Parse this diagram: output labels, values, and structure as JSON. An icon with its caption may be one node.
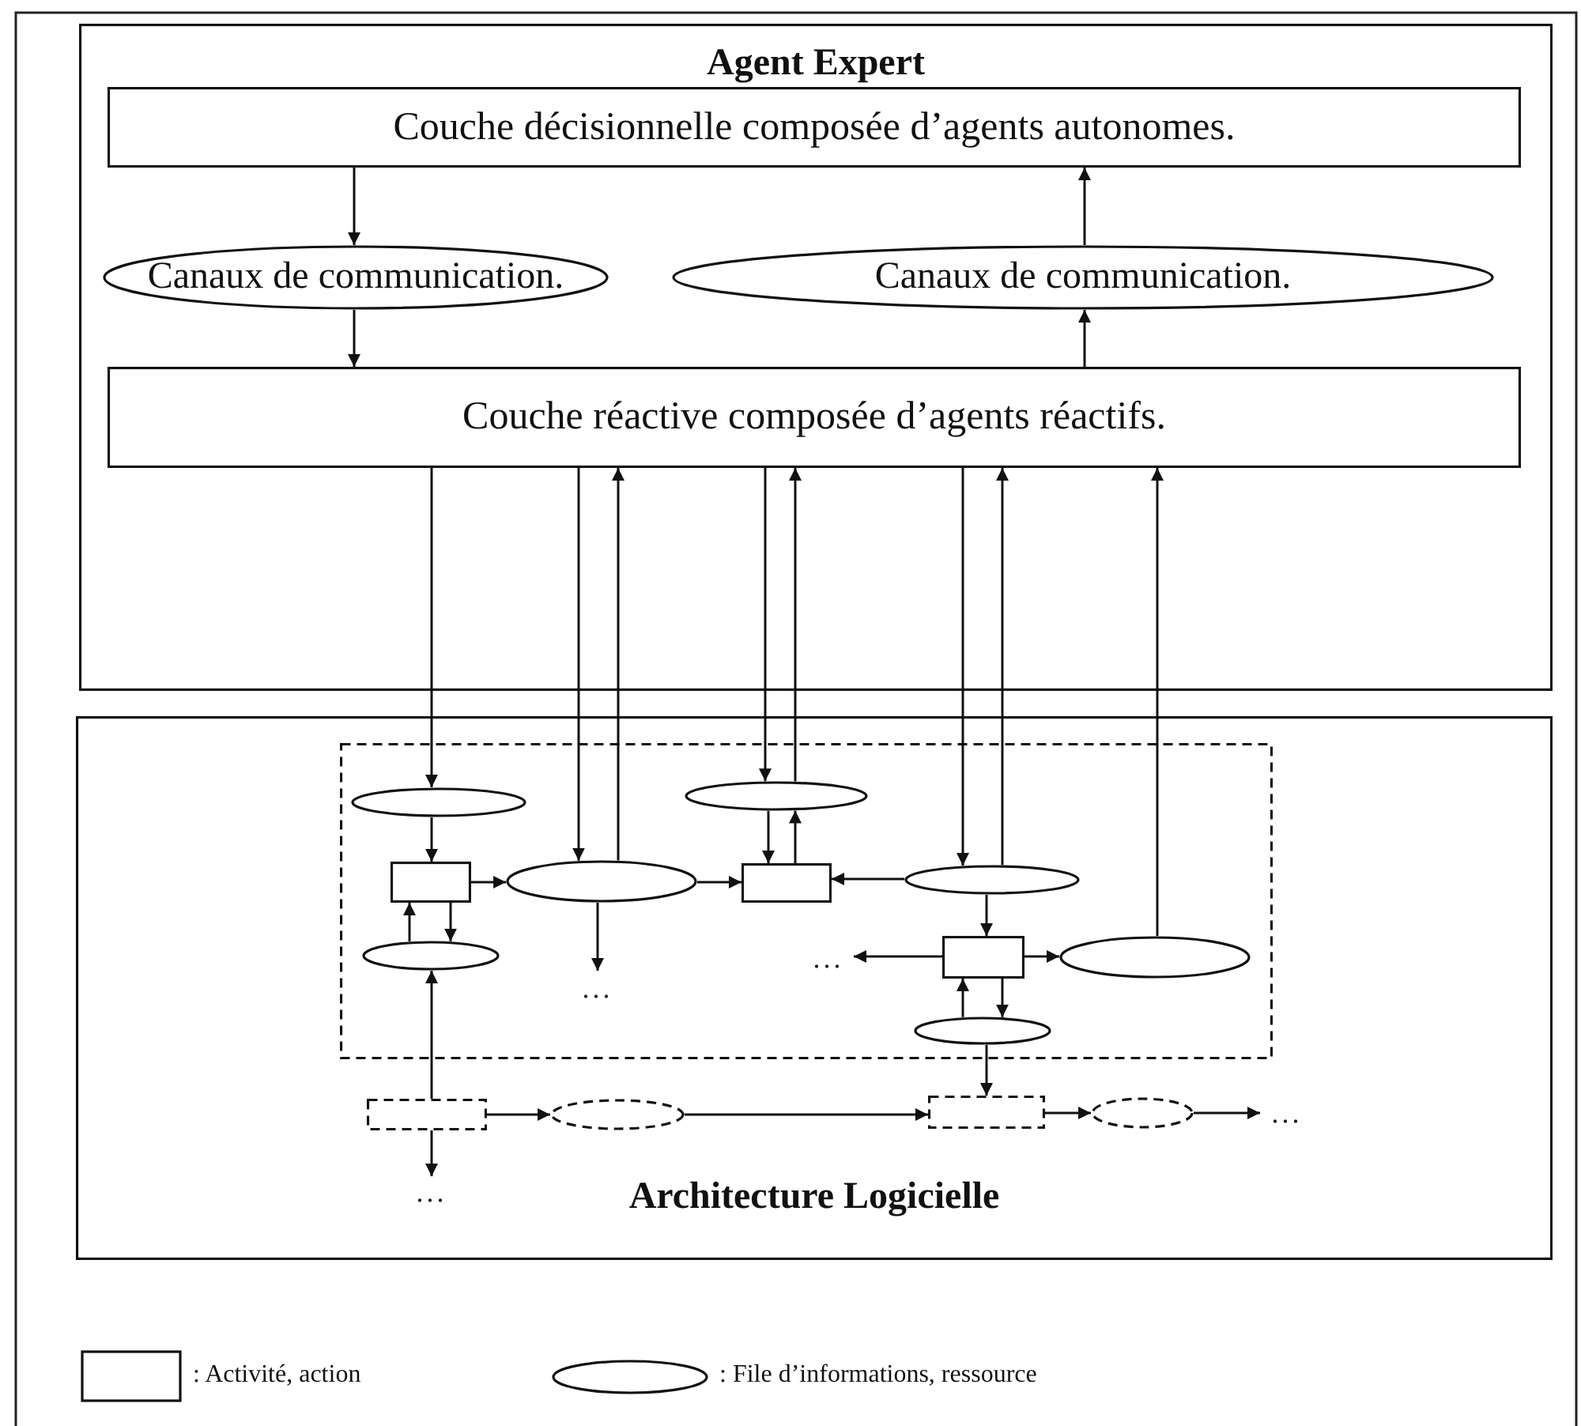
{
  "diagram": {
    "nodes": [
      {
        "text": [
          "Agent Expert"
        ]
      },
      {
        "text": [
          "Couche décisionnelle composée d’agents autonomes."
        ],
        "in": 0
      },
      {
        "text": [
          "Canaux de communication."
        ],
        "in": 0
      },
      {
        "text": [
          "Canaux de communication."
        ],
        "in": 0
      },
      {
        "text": [
          "Couche réactive composée d’agents réactifs."
        ],
        "in": 0
      },
      {
        "text": [
          "Architecture Logicielle"
        ]
      },
      {
        "text": [],
        "shape": "box",
        "in": 5
      },
      {
        "text": [],
        "shape": "ellipse",
        "in": 6
      },
      {
        "text": [],
        "shape": "ellipse",
        "in": 6
      },
      {
        "text": [],
        "shape": "box",
        "in": 6
      },
      {
        "text": [],
        "shape": "ellipse",
        "in": 6
      },
      {
        "text": [],
        "shape": "box",
        "in": 6
      },
      {
        "text": [],
        "shape": "ellipse",
        "in": 6
      },
      {
        "text": [],
        "shape": "box",
        "in": 6
      },
      {
        "text": [],
        "shape": "ellipse",
        "in": 6
      },
      {
        "text": [],
        "shape": "ellipse",
        "in": 6
      },
      {
        "text": [
          "..."
        ],
        "in": 6
      },
      {
        "text": [
          "..."
        ],
        "in": 6
      },
      {
        "text": [],
        "shape": "ellipse",
        "in": 6
      },
      {
        "text": [],
        "shape": "box",
        "in": 5
      },
      {
        "text": [],
        "shape": "ellipse",
        "in": 5
      },
      {
        "text": [],
        "shape": "box",
        "in": 5
      },
      {
        "text": [],
        "shape": "ellipse",
        "in": 5
      },
      {
        "text": [
          "..."
        ],
        "in": 5
      },
      {
        "text": [
          "..."
        ],
        "in": 5
      }
    ],
    "edges": [
      {
        "from": 1,
        "to": 2,
        "arrow": "to"
      },
      {
        "from": 2,
        "to": 4,
        "arrow": "to"
      },
      {
        "from": 4,
        "to": 3,
        "arrow": "to"
      },
      {
        "from": 3,
        "to": 1,
        "arrow": "to"
      },
      {
        "from": 4,
        "to": 7,
        "arrow": "to"
      },
      {
        "from": 4,
        "to": 10,
        "arrow": "to"
      },
      {
        "from": 10,
        "to": 4,
        "arrow": "to"
      },
      {
        "from": 4,
        "to": 8,
        "arrow": "to"
      },
      {
        "from": 8,
        "to": 4,
        "arrow": "to"
      },
      {
        "from": 4,
        "to": 12,
        "arrow": "to"
      },
      {
        "from": 12,
        "to": 4,
        "arrow": "to"
      },
      {
        "from": 14,
        "to": 4,
        "arrow": "to"
      },
      {
        "from": 7,
        "to": 9,
        "arrow": "to"
      },
      {
        "from": 9,
        "to": 10,
        "arrow": "to"
      },
      {
        "from": 15,
        "to": 9,
        "arrow": "to"
      },
      {
        "from": 9,
        "to": 15,
        "arrow": "to"
      },
      {
        "from": 10,
        "to": 11,
        "arrow": "to"
      },
      {
        "from": 8,
        "to": 11,
        "arrow": "to"
      },
      {
        "from": 11,
        "to": 8,
        "arrow": "to"
      },
      {
        "from": 12,
        "to": 11,
        "arrow": "to"
      },
      {
        "from": 10,
        "to": 17,
        "arrow": "to"
      },
      {
        "from": 12,
        "to": 13,
        "arrow": "to"
      },
      {
        "from": 13,
        "to": 16,
        "arrow": "to"
      },
      {
        "from": 13,
        "to": 14,
        "arrow": "to"
      },
      {
        "from": 18,
        "to": 13,
        "arrow": "to"
      },
      {
        "from": 13,
        "to": 18,
        "arrow": "to"
      },
      {
        "from": 18,
        "to": 21,
        "arrow": "to"
      },
      {
        "from": 19,
        "to": 15,
        "arrow": "to"
      },
      {
        "from": 19,
        "to": 20,
        "arrow": "to"
      },
      {
        "from": 20,
        "to": 21,
        "arrow": "to"
      },
      {
        "from": 21,
        "to": 22,
        "arrow": "to"
      },
      {
        "from": 22,
        "to": 23,
        "arrow": "to"
      },
      {
        "from": 19,
        "to": 24,
        "arrow": "to"
      }
    ],
    "legend": [
      {
        "text": ": Activité, action"
      },
      {
        "text": ": File d’informations, ressource"
      }
    ]
  }
}
